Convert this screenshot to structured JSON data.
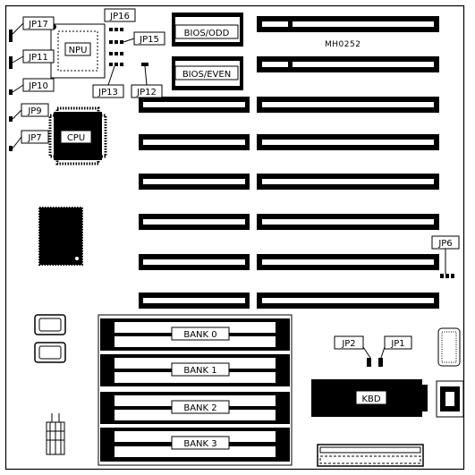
{
  "board_id": "MH0252",
  "chips": {
    "npu": "NPU",
    "cpu": "CPU",
    "bios_odd": "BIOS/ODD",
    "bios_even": "BIOS/EVEN",
    "kbd": "KBD"
  },
  "jumpers": {
    "jp17": "JP17",
    "jp16": "JP16",
    "jp15": "JP15",
    "jp11": "JP11",
    "jp10": "JP10",
    "jp13": "JP13",
    "jp12": "JP12",
    "jp9": "JP9",
    "jp7": "JP7",
    "jp6": "JP6",
    "jp2": "JP2",
    "jp1": "JP1"
  },
  "banks": [
    "BANK 0",
    "BANK 1",
    "BANK 2",
    "BANK 3"
  ],
  "colors": {
    "ink": "#000000",
    "paper": "#ffffff"
  }
}
